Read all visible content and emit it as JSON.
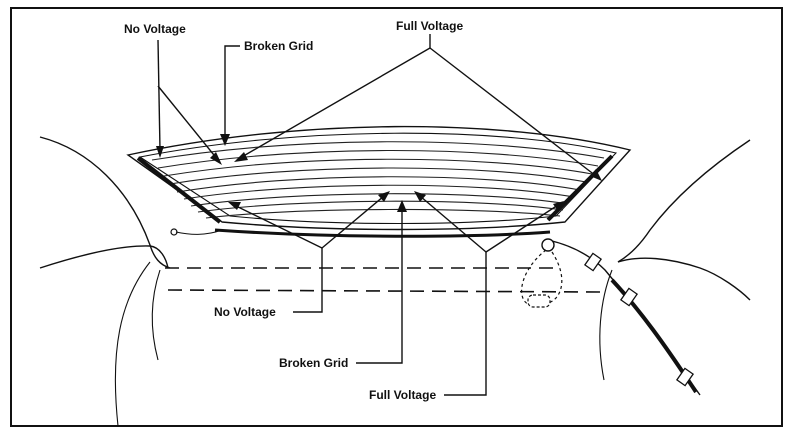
{
  "diagram": {
    "labels": {
      "top_no_voltage": "No Voltage",
      "top_broken_grid": "Broken Grid",
      "top_full_voltage": "Full Voltage",
      "bottom_no_voltage": "No Voltage",
      "bottom_broken_grid": "Broken Grid",
      "bottom_full_voltage": "Full Voltage"
    },
    "grid_line_count": 9,
    "colors": {
      "ink": "#111111",
      "background": "#ffffff"
    }
  }
}
